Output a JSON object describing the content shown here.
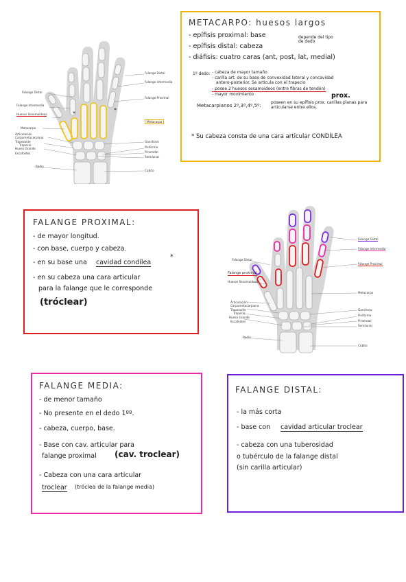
{
  "diagram_1": {
    "labels": {
      "falange_distal": "Falange Distal",
      "falange_intermedia_r": "Falange Intermedia",
      "falange_proximal": "Falange Proximal",
      "metacarpo_box": "Metacarpo",
      "falange_distal_l": "Falange Distal",
      "falange_intermedia_l": "Falange Intermedia",
      "huesos_sesamoideos": "Huesos Sesamoideos",
      "metacarpo_l": "Metacarpo",
      "articulacion": "Articulación",
      "carpometacarpiana": "Carpometacarpiana",
      "trapezoide": "Trapezoide",
      "trapecio": "Trapecio",
      "hueso_grande": "Hueso Grande",
      "escafoides": "Escafoides",
      "ganchoso": "Ganchoso",
      "pisiforme": "Pisiforme",
      "piramidal": "Piramidal",
      "semilunar": "Semilunar",
      "radio": "Radio",
      "cubito": "Cúbito"
    }
  },
  "diagram_2": {
    "labels": {
      "falange_distal_r": "Falange Distal",
      "falange_intermedia_r": "Falange Intermedia",
      "falange_proximal_r": "Falange Proximal",
      "falange_distal_l": "Falange Distal",
      "falange_proximal_l": "Falange proximal",
      "huesos_sesamoideos": "Huesos Sesamoideos",
      "metacarpo": "Metacarpo",
      "articulacion": "Articulación",
      "carpometacarpiana": "Carpometacarpiana",
      "trapezoide": "Trapezoide",
      "trapecio": "Trapecio",
      "hueso_grande": "Hueso Grande",
      "escafoides": "Escafoides",
      "ganchoso": "Ganchoso",
      "pisiforme": "Pisiforme",
      "piramidal": "Piramidal",
      "semilunar": "Semilunar",
      "radio": "Radio",
      "cubito": "Cúbito"
    }
  },
  "metacarpo_note": {
    "title": "METACARPO: huesos largos",
    "l1": "- epífisis proximal: base",
    "l2": "- epífisis distal: cabeza",
    "l2_side": "depende del tipo de dedo",
    "l3": "- diáfisis: cuatro caras (ant, post, lat, medial)",
    "d1_label": "1º dedo:",
    "d1_a": "- cabeza de mayor tamaño",
    "d1_b": "- carilla art. de su base de convexidad lateral y concavidad",
    "d1_c": "antero-posterior. Se articula con el trapecio",
    "d1_d": "- posee 2 huesos sesamoideos (entre fibras de tendón)",
    "d1_e": "- mayor movimiento",
    "prox_note": "prox.",
    "otros_label": "Metacarpianos 2º,3º,4º,5º:",
    "otros_text": "poseen en su epífisis prox. carillas planas para articularse entre ellos.",
    "star_note": "* Su cabeza consta de una cara articular CONDÍLEA"
  },
  "prox_note": {
    "title": "FALANGE PROXIMAL:",
    "l1": "- de mayor longitud.",
    "l2": "- con base, cuerpo y cabeza.",
    "l3_a": "- en su base una",
    "l3_b": "cavidad condílea",
    "l3_star": "*",
    "l4": "- en su cabeza una cara articular",
    "l5": "para la falange que le corresponde",
    "l6": "(tróclear)"
  },
  "media_note": {
    "title": "FALANGE MEDIA:",
    "l1": "- de menor tamaño",
    "l2": "- No presente en el dedo 1ºº.",
    "l3": "- cabeza, cuerpo, base.",
    "l4": "- Base con cav. articular para",
    "l5_a": "falange proximal",
    "l5_b": "(cav. troclear)",
    "l6": "- Cabeza con una cara articular",
    "l7_a": "troclear",
    "l7_b": "(tróclea de la falange media)"
  },
  "distal_note": {
    "title": "FALANGE DISTAL:",
    "l1": "- la más corta",
    "l2_a": "- base con",
    "l2_b": "cavidad articular troclear",
    "l3": "- cabeza con una tuberosidad",
    "l4": "o tubérculo de la falange distal",
    "l5": "(sin carilla articular)"
  }
}
